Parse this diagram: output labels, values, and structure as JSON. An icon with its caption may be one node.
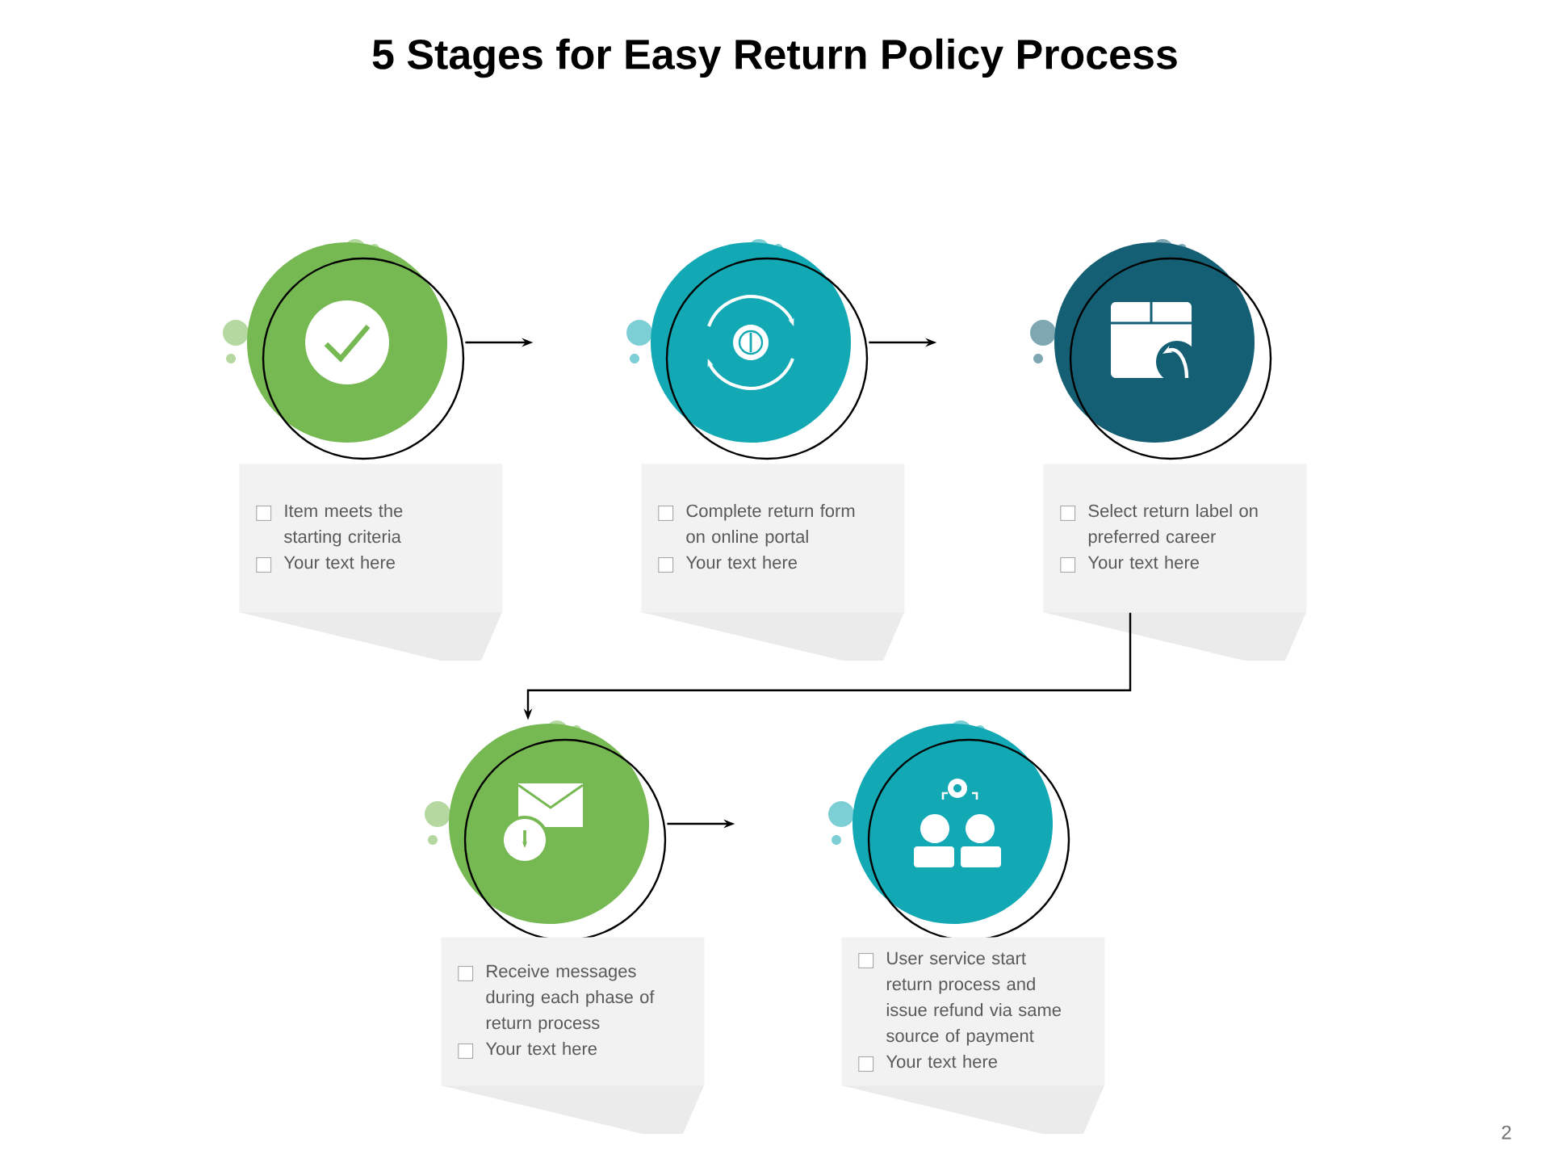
{
  "diagram": {
    "title": "5 Stages for Easy Return Policy Process",
    "nodes": [
      {
        "text": [],
        "shape": "circle"
      },
      {
        "text": [
          "Item meets the starting criteria",
          "Your text here"
        ]
      },
      {
        "text": [],
        "shape": "circle"
      },
      {
        "text": [
          "Complete return form on online portal",
          "Your text here"
        ]
      },
      {
        "text": [],
        "shape": "circle"
      },
      {
        "text": [
          "Select return label on preferred career",
          "Your text here"
        ]
      },
      {
        "text": [],
        "shape": "circle"
      },
      {
        "text": [
          "Receive messages during each phase of return process",
          "Your text here"
        ]
      },
      {
        "text": [],
        "shape": "circle"
      },
      {
        "text": [
          "User service start return process and issue refund via same source of payment",
          "Your text here"
        ]
      }
    ],
    "edges": [
      {
        "from": 0,
        "to": null,
        "arrow": "to"
      },
      {
        "from": 2,
        "to": null,
        "arrow": "to"
      },
      {
        "from": 5,
        "to": 6,
        "arrow": "to"
      },
      {
        "from": 6,
        "to": null,
        "arrow": "to"
      }
    ],
    "labels": [
      "2"
    ]
  }
}
